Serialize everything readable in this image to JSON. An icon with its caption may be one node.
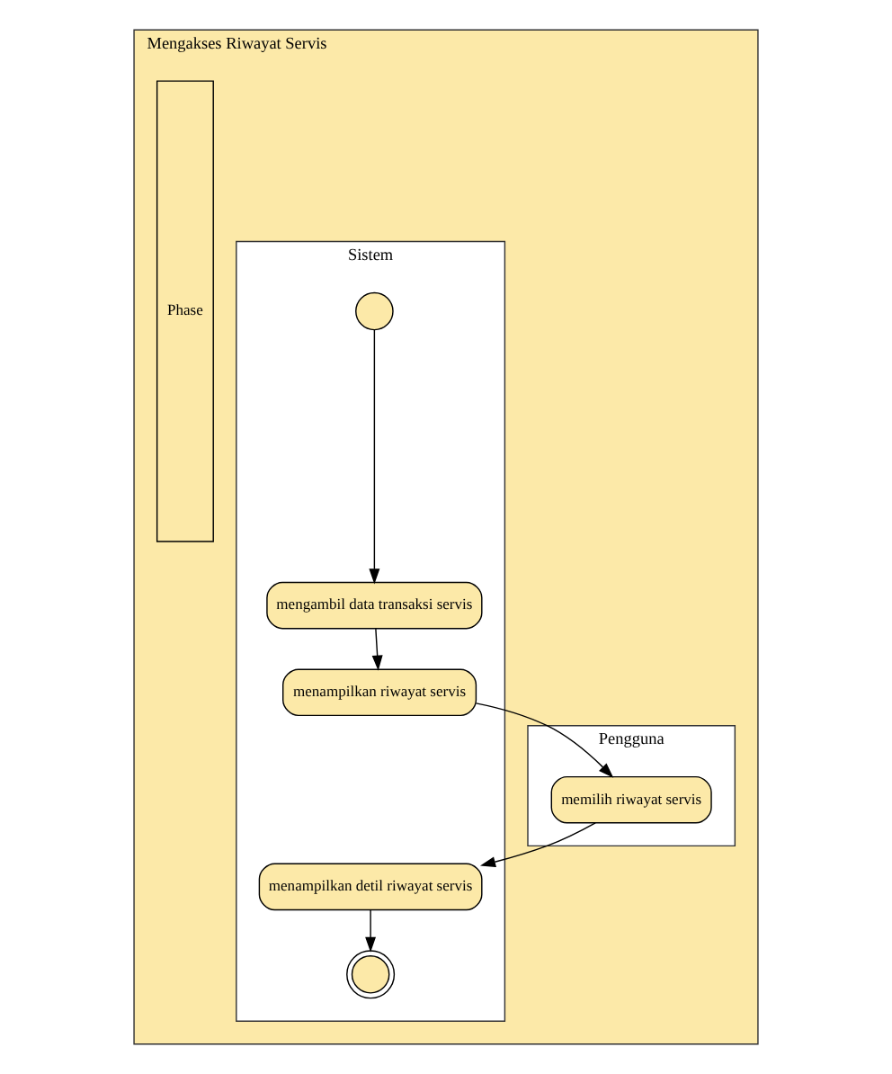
{
  "diagram": {
    "nodes": [
      {
        "text": [
          "Mengakses Riwayat Servis"
        ]
      },
      {
        "text": [
          "Phase"
        ],
        "in": 0
      },
      {
        "text": [
          "Pengguna"
        ],
        "in": 0
      },
      {
        "text": [
          "Sistem"
        ],
        "in": 0
      },
      {
        "text": [],
        "shape": "circle",
        "in": 3
      },
      {
        "text": [
          "mengambil data transaksi servis"
        ],
        "in": 3
      },
      {
        "text": [
          "menampilkan riwayat servis"
        ],
        "in": 3
      },
      {
        "text": [
          "memilih riwayat servis"
        ],
        "in": 2
      },
      {
        "text": [
          "menampilkan detil riwayat servis"
        ],
        "in": 3
      },
      {
        "text": [],
        "shape": "circle",
        "in": 3
      }
    ],
    "edges": [
      {
        "from": 4,
        "to": 5,
        "arrow": "to"
      },
      {
        "from": 5,
        "to": 6,
        "arrow": "to"
      },
      {
        "from": 6,
        "to": 7,
        "arrow": "to"
      },
      {
        "from": 7,
        "to": 8,
        "arrow": "to"
      },
      {
        "from": 8,
        "to": 9,
        "arrow": "to"
      }
    ]
  }
}
